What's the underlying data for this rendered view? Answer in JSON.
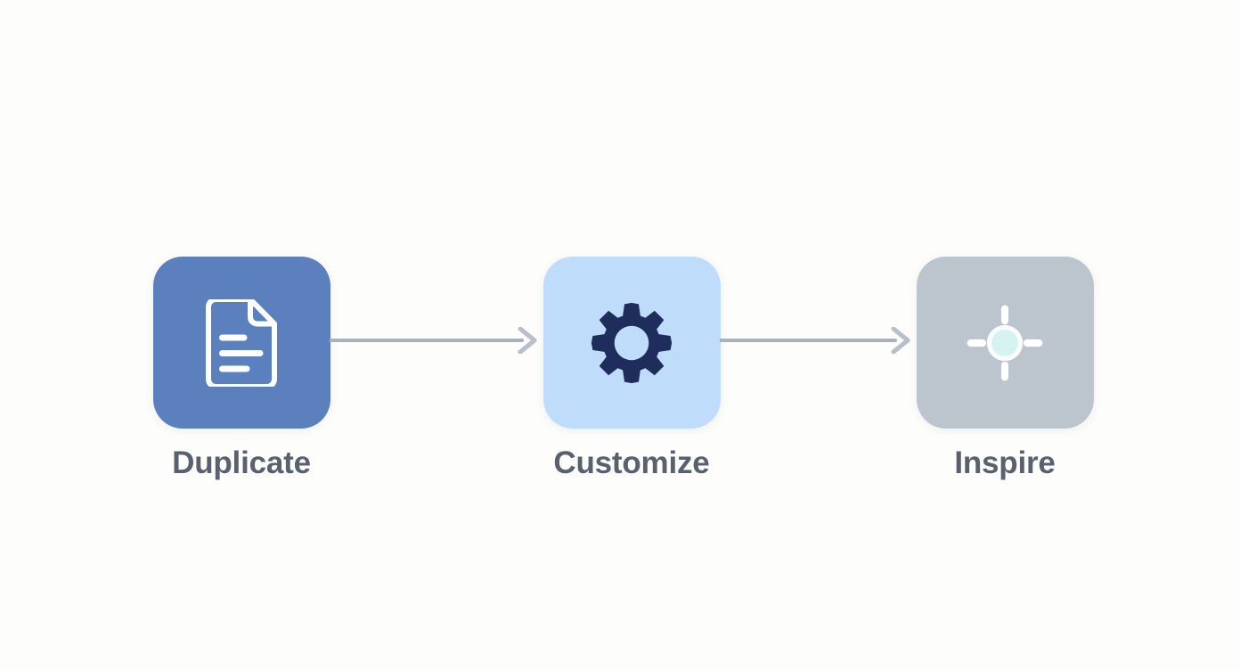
{
  "diagram": {
    "title": "Three step process flow",
    "type": "horizontal-flow",
    "background_color": "#fdfdfb",
    "label_color": "#59606e",
    "connector_color": "#a8b2bf",
    "steps": [
      {
        "order": 1,
        "label": "Duplicate",
        "icon": "document-icon",
        "card_color": "#5b80bd",
        "icon_color": "#ffffff"
      },
      {
        "order": 2,
        "label": "Customize",
        "icon": "gear-icon",
        "card_color": "#bfdcfa",
        "icon_color": "#1e2d5c"
      },
      {
        "order": 3,
        "label": "Inspire",
        "icon": "spark-icon",
        "card_color": "#bcc4ce",
        "icon_color": "#ffffff",
        "icon_accent_color": "#d6f3f2"
      }
    ],
    "connectors": [
      {
        "from": "Duplicate",
        "to": "Customize",
        "style": "arrow"
      },
      {
        "from": "Customize",
        "to": "Inspire",
        "style": "arrow"
      }
    ]
  }
}
